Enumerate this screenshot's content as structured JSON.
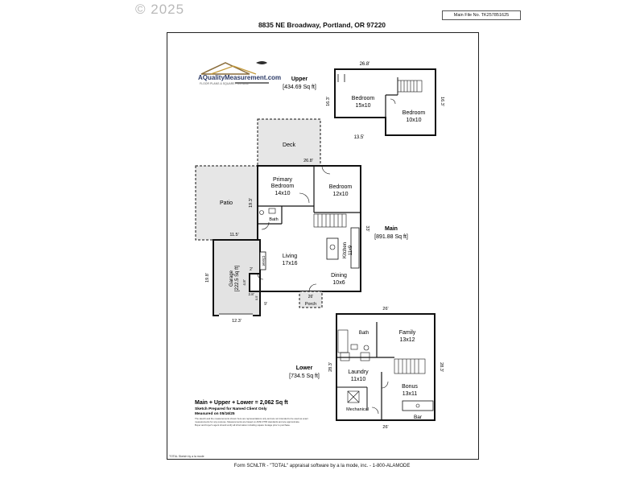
{
  "header": {
    "copyright": "© 2025",
    "main_file": "Main File No. TK257851625",
    "address": "8835 NE Broadway, Portland, OR 97220"
  },
  "logo": {
    "text": "AQualityMeasurement.com",
    "tagline": "FLOOR PLANS & SQUARE FOOTAGE"
  },
  "levels": {
    "upper": {
      "name": "Upper",
      "area": "[434.69 Sq ft]"
    },
    "main": {
      "name": "Main",
      "area": "[891.88 Sq ft]"
    },
    "lower": {
      "name": "Lower",
      "area": "[734.5 Sq ft]"
    }
  },
  "rooms": {
    "upper_bedroom1": {
      "name": "Bedroom",
      "size": "15x10"
    },
    "upper_bedroom2": {
      "name": "Bedroom",
      "size": "10x10"
    },
    "deck": "Deck",
    "patio": "Patio",
    "primary_bedroom": {
      "line1": "Primary",
      "line2": "Bedroom",
      "size": "14x10"
    },
    "main_bedroom": {
      "name": "Bedroom",
      "size": "12x10"
    },
    "bath": "Bath",
    "living": {
      "name": "Living",
      "size": "17x16"
    },
    "kitchen": {
      "name": "Kitchen",
      "size": "11x9"
    },
    "dining": {
      "name": "Dining",
      "size": "10x6"
    },
    "porch": "Porch",
    "garage": {
      "name": "Garage",
      "area": "[222.5 Sq ft]"
    },
    "closet": "Closet",
    "lower_bath": "Bath",
    "family": {
      "name": "Family",
      "size": "13x12"
    },
    "laundry": {
      "name": "Laundry",
      "size": "11x10"
    },
    "bonus": {
      "name": "Bonus",
      "size": "13x11"
    },
    "mechanical": "Mechanical",
    "bar": "Bar"
  },
  "dimensions": {
    "upper_top": "26.8'",
    "upper_left": "16.3'",
    "upper_right": "16.3'",
    "upper_bottom": "13.5'",
    "deck_bottom": "26.8'",
    "patio_right": "19.3'",
    "patio_bottom": "11.5'",
    "main_right": "33'",
    "garage_left": "19.8'",
    "garage_bottom": "12.3'",
    "main_2ft": "2'",
    "main_4ft": "4.8'",
    "main_28": "2.8'",
    "main_05": "0.5'",
    "main_9": "9'",
    "porch": "26'",
    "lower_top": "26'",
    "lower_left": "28.3'",
    "lower_right": "28.3'",
    "lower_bottom": "26'"
  },
  "summary": {
    "total": "Main + Upper + Lower = 2,062 Sq ft",
    "prepared": "Sketch Prepared for Named Client Only",
    "measured": "Measured on 05/16/25",
    "disclaimer1": "The sketch and the measurements shown here are representations only and are not intended to be used as exact",
    "disclaimer2": "measurements for any purpose. Measurements are based on ANSI Z765 standards and are approximate.",
    "disclaimer3": "Buyer and buyer's agent should verify all information including square footage prior to purchase."
  },
  "frame_footer": "TOTAL Sketch by a la mode",
  "footer": "Form SCNLTR - \"TOTAL\" appraisal software by a la mode, inc. - 1-800-ALAMODE"
}
